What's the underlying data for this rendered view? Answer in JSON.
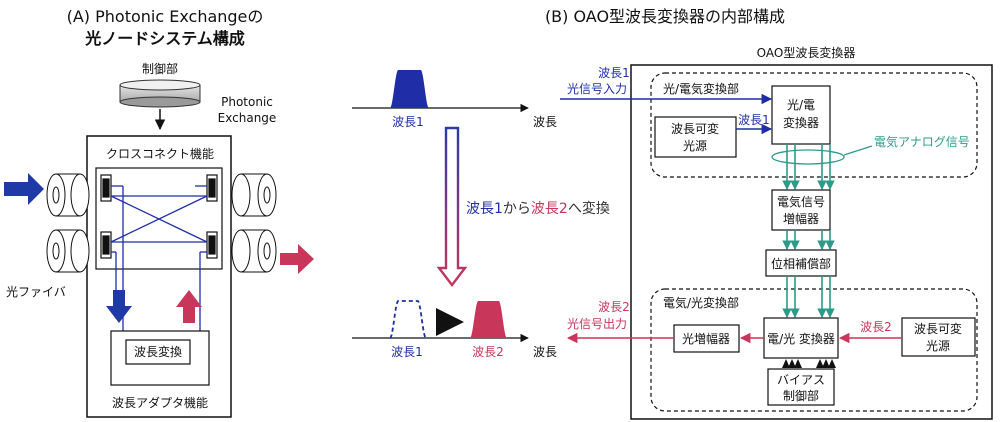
{
  "panel_a": {
    "title_line1": "(A) Photonic Exchangeの",
    "title_line2": "光ノードシステム構成",
    "controller": "制御部",
    "exchange_line1": "Photonic",
    "exchange_line2": "Exchange",
    "crossconnect": "クロスコネクト機能",
    "wavelength_conversion": "波長変換",
    "adapter": "波長アダプタ機能",
    "fiber": "光ファイバ"
  },
  "panel_b": {
    "title": "(B) OAO型波長変換器の内部構成",
    "box_title": "OAO型波長変換器",
    "pulse_top_label": "波長1",
    "axis_top_label": "波長",
    "conversion_text": {
      "part1": "波長1",
      "part2": "から",
      "part3": "波長2",
      "part4": "へ変換"
    },
    "pulse_bottom_label1": "波長1",
    "pulse_bottom_label2": "波長2",
    "axis_bottom_label": "波長",
    "input_line1": "波長1",
    "input_line2": "光信号入力",
    "oe_section": "光/電気変換部",
    "oe_converter_line1": "光/電",
    "oe_converter_line2": "変換器",
    "tunable_top_line1": "波長可変",
    "tunable_top_line2": "光源",
    "tunable_top_arrow": "波長1",
    "analog_signal": "電気アナログ信号",
    "amp_line1": "電気信号",
    "amp_line2": "増幅器",
    "phase": "位相補償部",
    "eo_section": "電気/光変換部",
    "eo_converter": "電/光 変換器",
    "optical_amp": "光増幅器",
    "tunable_bottom_line1": "波長可変",
    "tunable_bottom_line2": "光源",
    "tunable_bottom_arrow": "波長2",
    "output_line1": "波長2",
    "output_line2": "光信号出力",
    "bias_line1": "バイアス",
    "bias_line2": "制御部"
  },
  "colors": {
    "blue": "#1f2ea6",
    "red": "#c8365a",
    "teal": "#2e9a8a"
  }
}
